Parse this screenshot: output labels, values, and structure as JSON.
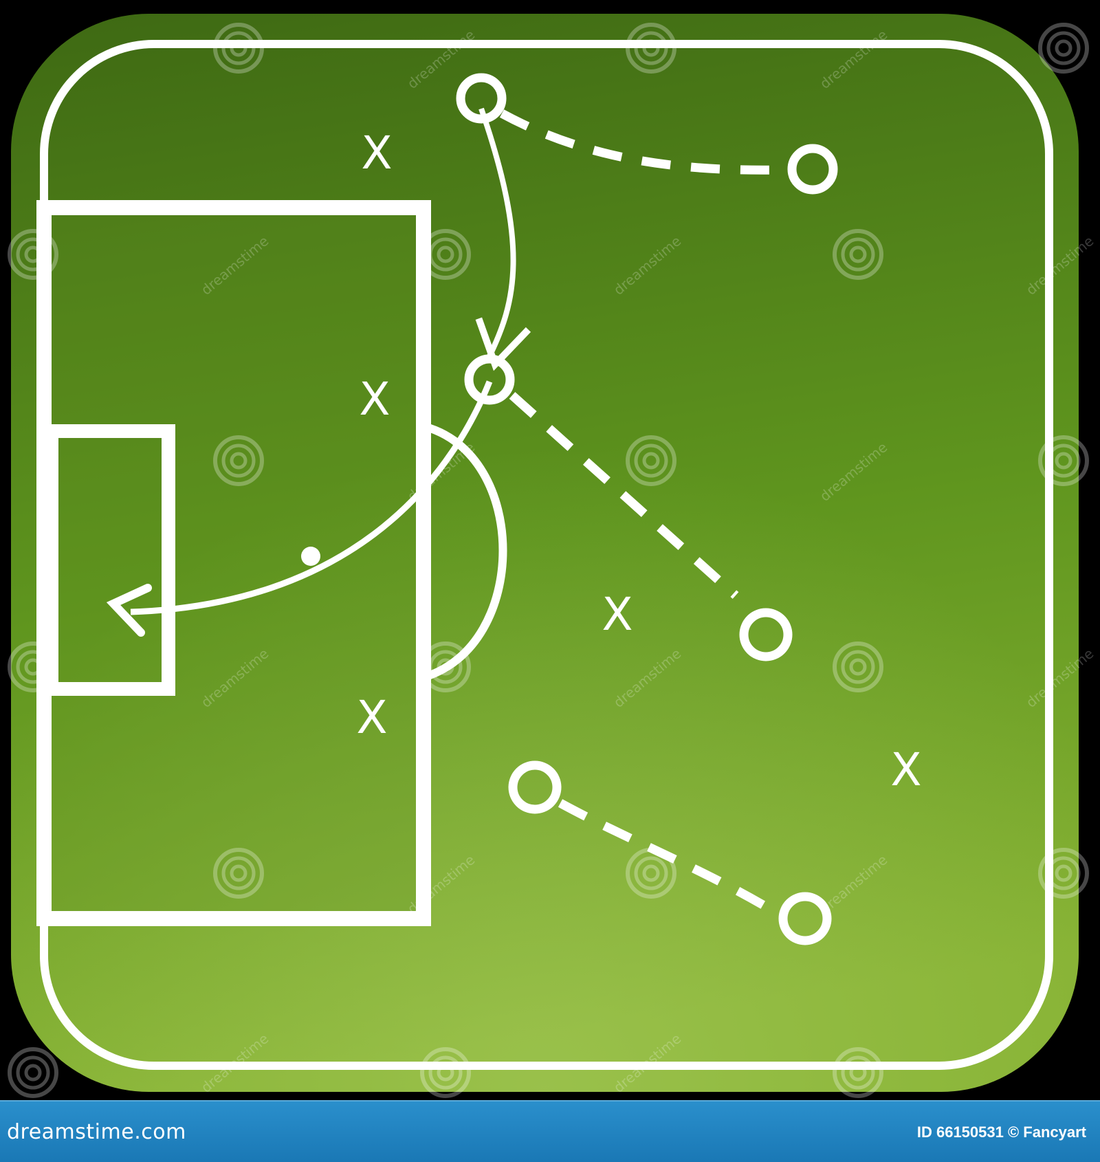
{
  "board": {
    "colors": {
      "background": "#000000",
      "field_dark": "#3f6b12",
      "field_light": "#84b035",
      "lines": "#ffffff",
      "footer": "#1f84c1"
    },
    "marks": [
      {
        "label": "X"
      },
      {
        "label": "X"
      },
      {
        "label": "X"
      },
      {
        "label": "X"
      },
      {
        "label": "X"
      }
    ],
    "player_icons": [
      "circle-player-icon",
      "circle-player-icon",
      "circle-player-icon",
      "circle-player-icon",
      "circle-player-icon",
      "circle-player-icon"
    ],
    "watermark": {
      "text": "dreamstime",
      "logo": "dreamstime-spiral-icon"
    }
  },
  "footer": {
    "brand": "dreamstime.com",
    "id_label": "ID 66150531 © Fancyart"
  }
}
